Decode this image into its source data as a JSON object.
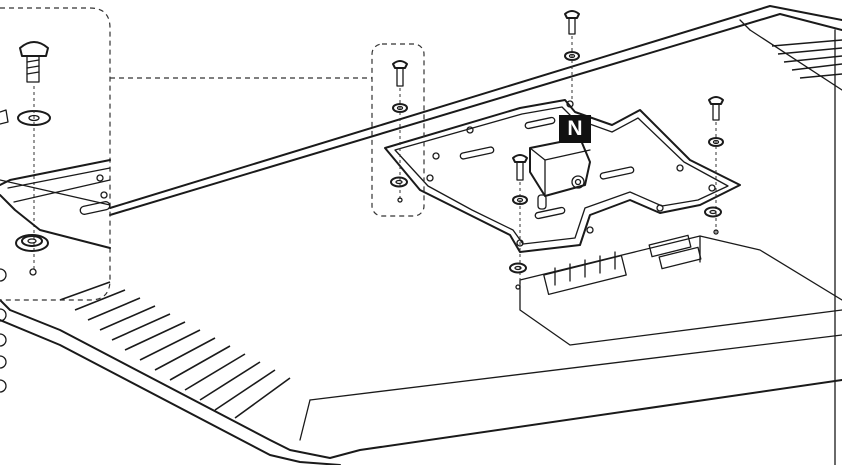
{
  "diagram": {
    "callout_label": "N",
    "colors": {
      "line": "#1a1a1a",
      "background": "#ffffff",
      "label_bg": "#111111",
      "label_text": "#ffffff"
    },
    "parts": [
      {
        "name": "tv-back-panel",
        "icon": "tv-panel"
      },
      {
        "name": "wall-mount-bracket",
        "icon": "bracket"
      },
      {
        "name": "mounting-screw",
        "icon": "screw",
        "count": 4
      },
      {
        "name": "washer",
        "icon": "washer",
        "count": 4
      },
      {
        "name": "spacer",
        "icon": "spacer",
        "count": 4
      },
      {
        "name": "magnified-detail",
        "icon": "zoom-callout"
      }
    ]
  }
}
